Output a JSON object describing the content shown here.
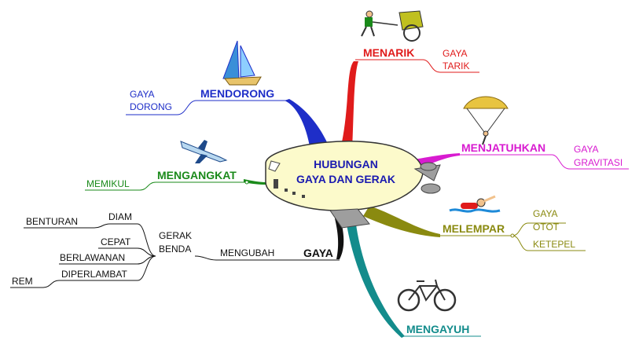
{
  "center": {
    "line1": "HUBUNGAN",
    "line2": "GAYA DAN GERAK"
  },
  "branches": {
    "menarik": {
      "label": "MENARIK",
      "color": "#e01b1b",
      "note1": "GAYA",
      "note2": "TARIK",
      "icon": "rickshaw-icon"
    },
    "mendorong": {
      "label": "MENDORONG",
      "color": "#1e2ec8",
      "note1": "GAYA",
      "note2": "DORONG",
      "icon": "sailboat-icon"
    },
    "menjatuhkan": {
      "label": "MENJATUHKAN",
      "color": "#d81bd0",
      "note1": "GAYA",
      "note2": "GRAVITASI",
      "icon": "parachute-icon"
    },
    "mengangkat": {
      "label": "MENGANGKAT",
      "color": "#1a8a1a",
      "note1": "MEMIKUL",
      "icon": "airplane-icon"
    },
    "melempar": {
      "label": "MELEMPAR",
      "color": "#8a8a10",
      "note1": "GAYA",
      "note2": "OTOT",
      "note3": "KETEPEL",
      "icon": "swimmer-icon"
    },
    "mengayuh": {
      "label": "MENGAYUH",
      "color": "#138c8c",
      "icon": "bicycle-icon"
    },
    "gaya": {
      "label": "GAYA",
      "color": "#111111",
      "mengubah": "MENGUBAH",
      "gerak_benda_1": "GERAK",
      "gerak_benda_2": "BENDA",
      "diam": "DIAM",
      "benturan": "BENTURAN",
      "cepat": "CEPAT",
      "berlawanan": "BERLAWANAN",
      "diperlambat": "DIPERLAMBAT",
      "rem": "REM"
    }
  }
}
